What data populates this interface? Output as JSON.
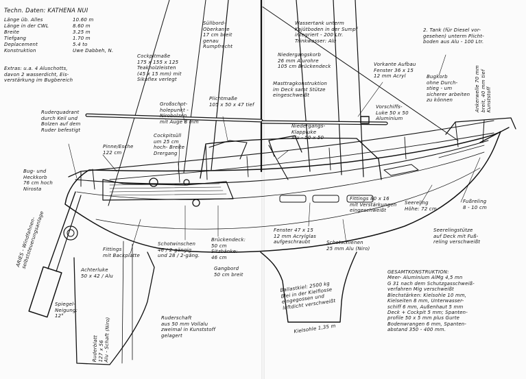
{
  "specs": {
    "title": "Techn. Daten: KATHENA NUI",
    "rows": [
      {
        "label": "Länge üb. Alles",
        "value": "10.60 m"
      },
      {
        "label": "Länge in der CWL",
        "value": "8.60 m"
      },
      {
        "label": "Breite",
        "value": "3.25 m"
      },
      {
        "label": "Tiefgang",
        "value": "1.70 m"
      },
      {
        "label": "Deplacement",
        "value": "5.4 to"
      },
      {
        "label": "Konstruktion",
        "value": "Uwe Dabbeh, N."
      }
    ],
    "extras": "Extras: u.a. 4 Aluschotts,\ndavon 2 wasserdicht, Eis-\nverstärkung im Bugbereich"
  },
  "labels": {
    "ruderquadrant": "Ruderquadrant\ndurch Keil und\nBolzen auf dem\nRuder befestigt",
    "pinne": "Pinne/Esche\n122 cm",
    "bugkorb_heck": "Bug- und\nHeckkorb\n76 cm hoch\nNirosta",
    "aries": "ARIES - Windfahnen-\nselbststeuerungsanlage",
    "cockpitmasse": "Cockpitmaße\n175 x 155 x 125\nTeakholzleisten\n(45 x 15 mm) mit\nSikaflex verlegt",
    "grossschot": "Großschot-\nholepunkt -\nNirobolzen\nmit Auge 8 mm",
    "cockpitsuell": "Cockpitsüll\num 25 cm\nhoch- Breite\nDrergang",
    "suellbord": "Süllbord-\nOberkante\n17 cm breit\ngenau\nRumpfrecht",
    "plichtmasse": "Plichtmaße\n105 x 50 x 47 tief",
    "fittings_l": "Fittings\nmit Backplatte",
    "achterluke": "Achterluke\n50 x 42 / Alu",
    "spiegel": "Spiegel-\nNeigung:\n12°",
    "ruderblatt": "Ruderblatt\n127 x 56\nAlu - Schaft (Niro)",
    "schotwinschen": "Schotwinschen\n46 / 2-gängig\nund 28 / 2-gäng.",
    "brueckendeck": "Brückendeck:\n50 cm\nSitzbänke:\n46 cm",
    "gangbord": "Gangbord\n50 cm breit",
    "ruderschaft": "Ruderschaft\naus 50 mm Vollalu\nzweimal in Kunststoff\ngelagert",
    "wassertank": "Wassertank unterm\nKajütboden in der Sumpf\nintegriert - 200 Ltr.\nTrinkwasser: Alu",
    "niedergangskorb": "Niedergangskorb\n26 mm Alurohre\n105 cm Brückendeck",
    "mastfuss": "Masttragkonstruktion\nim Deck samt Stütze\neingeschweißt",
    "niedergangsklappe": "Niedergangs-\nKlappluke\nAlu - 50 x 50",
    "vorkante": "Vorkante Aufbau\nFenster 36 x 15\n12 mm Acryl",
    "tank": "2. Tank (für Diesel vor-\ngesehen) unterm Plicht-\nboden aus Alu - 100 Ltr.",
    "bugkorb": "Bugkorb\nohne Durch-\nstieg - um\nsicherer arbeiten\nzu können",
    "ankerwelle": "Ankerwelle 70 mm\nbreit, 40 mm tief\nKunststoff",
    "vorschiffsluke": "Vorschiffs-\nLuke 50 x 50\nAluminium",
    "seereling": "Seereling\nHöhe: 72 cm",
    "fussreling": "Fußreling\n8 - 10 cm",
    "fittings_r": "Fittings 80 x 16\nmit Verstärkungen\neingeschweißt",
    "fenster": "Fenster 47 x 15\n12 mm Acrylglas\naufgeschraubt",
    "schotschienen": "Schotschienen\n25 mm Alu (Niro)",
    "seerelingstuetze": "Seerelingstütze\nauf Deck mit Fuß-\nreling verschweißt",
    "ballast": "Ballastkiel: 2500 kg\nBlei in der Kielflosse\neingegossen und\nluftdicht verschweißt",
    "kielsohle": "Kielsohle 1,35 m",
    "gesamt": "GESAMTKONSTRUKTION:\nMeer- Aluminium AlMg 4,5 mn\nG 31 nach dem Schutzgasschweiß-\nverfahren Mig verschweißt\nBlechstärken: Kielsohle 10 mm,\nKielseiten 8 mm, Unterwasser-\nschiff 6 mm, Außenhaut 5 mm\nDeck + Cockpit 5 mm; Spanten-\nprofile 50 x 5 mm plus Gurte\nBodenwrangen 6 mm, Spanten-\nabstand 350 - 400 mm."
  },
  "colors": {
    "ink": "#111111",
    "paper": "#fbfbfb"
  }
}
